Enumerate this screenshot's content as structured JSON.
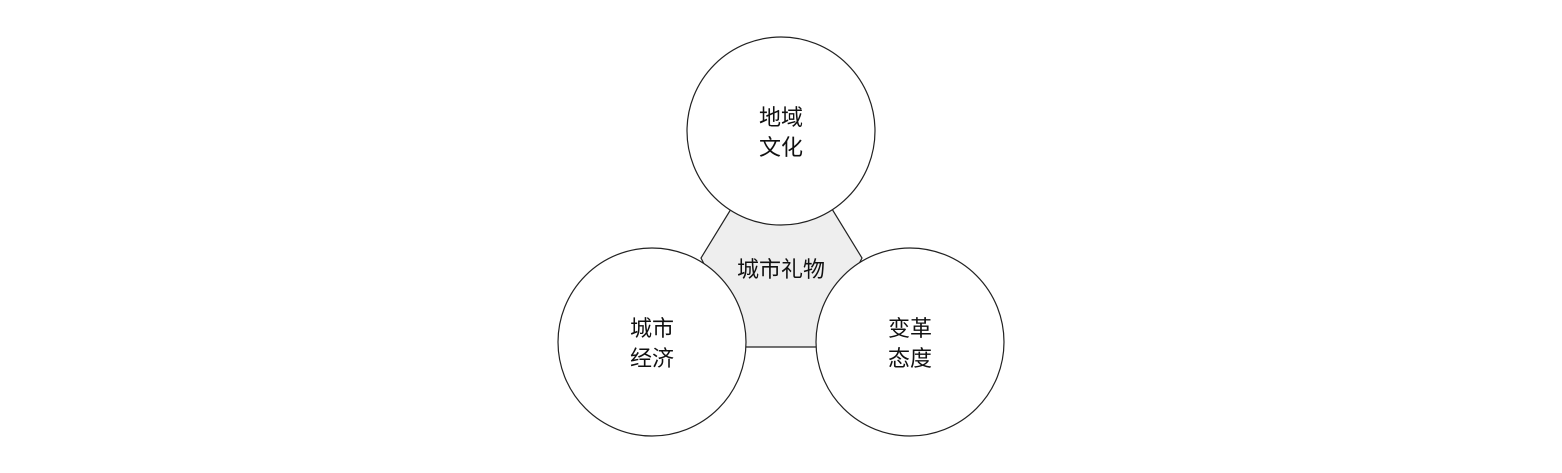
{
  "diagram": {
    "center": {
      "label": "城市礼物",
      "fill": "#eeeeee"
    },
    "nodes": [
      {
        "id": "top",
        "lines": [
          "地域",
          "文化"
        ]
      },
      {
        "id": "left",
        "lines": [
          "城市",
          "经济"
        ]
      },
      {
        "id": "right",
        "lines": [
          "变革",
          "态度"
        ]
      }
    ],
    "colors": {
      "stroke": "#222222",
      "circle_fill": "#ffffff",
      "text": "#111111"
    }
  }
}
